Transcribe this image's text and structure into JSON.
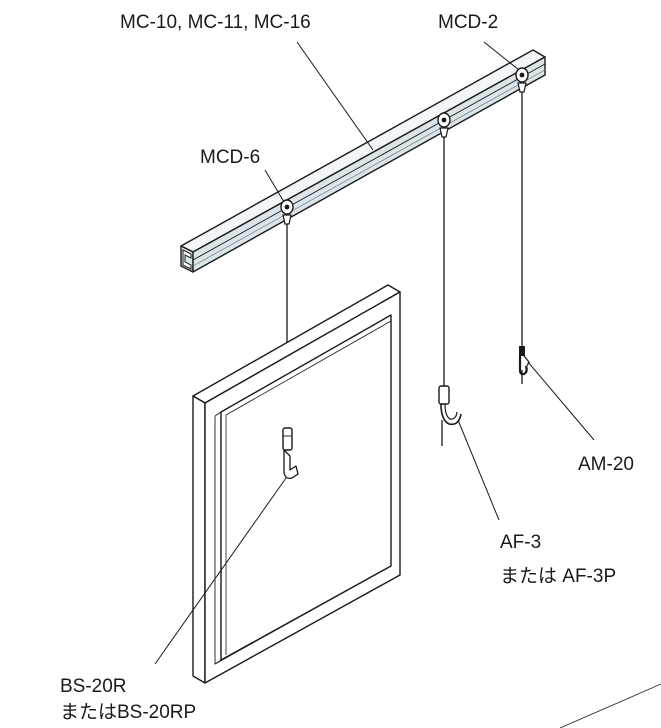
{
  "labels": {
    "rail": "MC-10, MC-11, MC-16",
    "runner_right": "MCD-2",
    "runner_left": "MCD-6",
    "hook_small": "AM-20",
    "hook_mid_line1": "AF-3",
    "hook_mid_line2": "または AF-3P",
    "hook_left_line1": "BS-20R",
    "hook_left_line2": "またはBS-20RP"
  },
  "colors": {
    "ink": "#1a1a1a",
    "rail_face": "#dbe4e8",
    "rail_top": "#f3f6f8",
    "frame": "#ffffff"
  },
  "icons": [
    "rail",
    "runner",
    "wire",
    "hook",
    "picture-frame"
  ]
}
